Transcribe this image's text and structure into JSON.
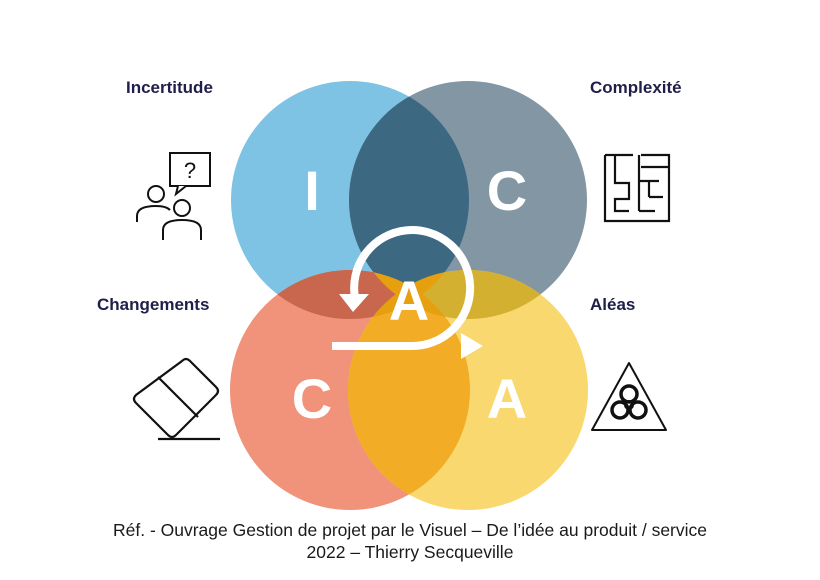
{
  "labels": {
    "top_left": "Incertitude",
    "top_right": "Complexité",
    "bottom_left": "Changements",
    "bottom_right": "Aléas"
  },
  "circles": {
    "top_left_letter": "I",
    "top_right_letter": "C",
    "bottom_left_letter": "C",
    "bottom_right_letter": "A",
    "center_letter": "A"
  },
  "colors": {
    "blue": "#7fc3e4",
    "slate": "#8396a4",
    "coral": "#f0937a",
    "yellow": "#f9d870",
    "top_overlap": "#3d6882",
    "bottom_overlap": "#f2ac25",
    "center_overlap": "#e6a00f",
    "left_overlap": "#c8664e",
    "right_overlap": "#d4b030",
    "label": "#1f1f4a"
  },
  "icons": [
    "people-question-icon",
    "maze-icon",
    "eraser-icon",
    "biohazard-icon",
    "loop-arrow-icon"
  ],
  "footer": {
    "line1": "Réf. - Ouvrage Gestion de projet par le Visuel – De l’idée au produit / service",
    "line2": "2022 – Thierry Secqueville"
  }
}
